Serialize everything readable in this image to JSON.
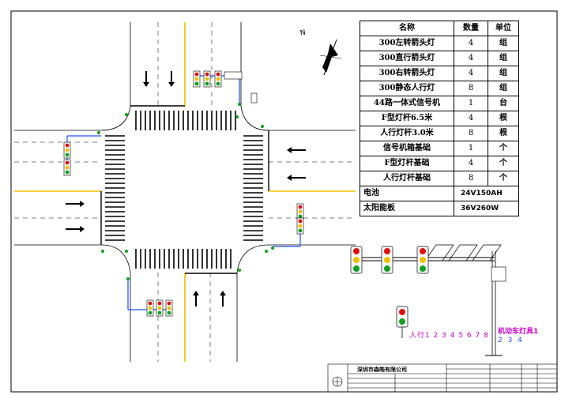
{
  "north_label": "N",
  "materials": {
    "header": {
      "name": "名称",
      "qty": "数量",
      "unit": "单位"
    },
    "rows": [
      {
        "name": "300左转箭头灯",
        "qty": "4",
        "unit": "组"
      },
      {
        "name": "300直行箭头灯",
        "qty": "4",
        "unit": "组"
      },
      {
        "name": "300右转箭头灯",
        "qty": "4",
        "unit": "组"
      },
      {
        "name": "300静态人行灯",
        "qty": "8",
        "unit": "组"
      },
      {
        "name": "44路一体式信号机",
        "qty": "1",
        "unit": "台"
      },
      {
        "name": "F型灯杆6.5米",
        "qty": "4",
        "unit": "根"
      },
      {
        "name": "人行灯杆3.0米",
        "qty": "8",
        "unit": "根"
      },
      {
        "name": "信号机箱基础",
        "qty": "1",
        "unit": "个"
      },
      {
        "name": "F型灯杆基础",
        "qty": "4",
        "unit": "个"
      },
      {
        "name": "人行灯杆基础",
        "qty": "8",
        "unit": "个"
      }
    ],
    "battery": {
      "name": "电池",
      "value": "24V150AH"
    },
    "solar": {
      "name": "太阳能板",
      "value": "36V260W"
    }
  },
  "captions": {
    "pedestrian": "人行1 2 3 4 5 6 7 8",
    "vehicle_line1": "机动车灯具1",
    "vehicle_line2": "2 3 4"
  },
  "title_block": {
    "company": "深圳市森皓有限公司"
  },
  "colors": {
    "lane_yellow": "#f0c000",
    "signal_red": "#e01010",
    "signal_yellow": "#f0c000",
    "signal_green": "#10a020",
    "pole_blue": "#2050ff",
    "caption_magenta": "#d000d0"
  }
}
